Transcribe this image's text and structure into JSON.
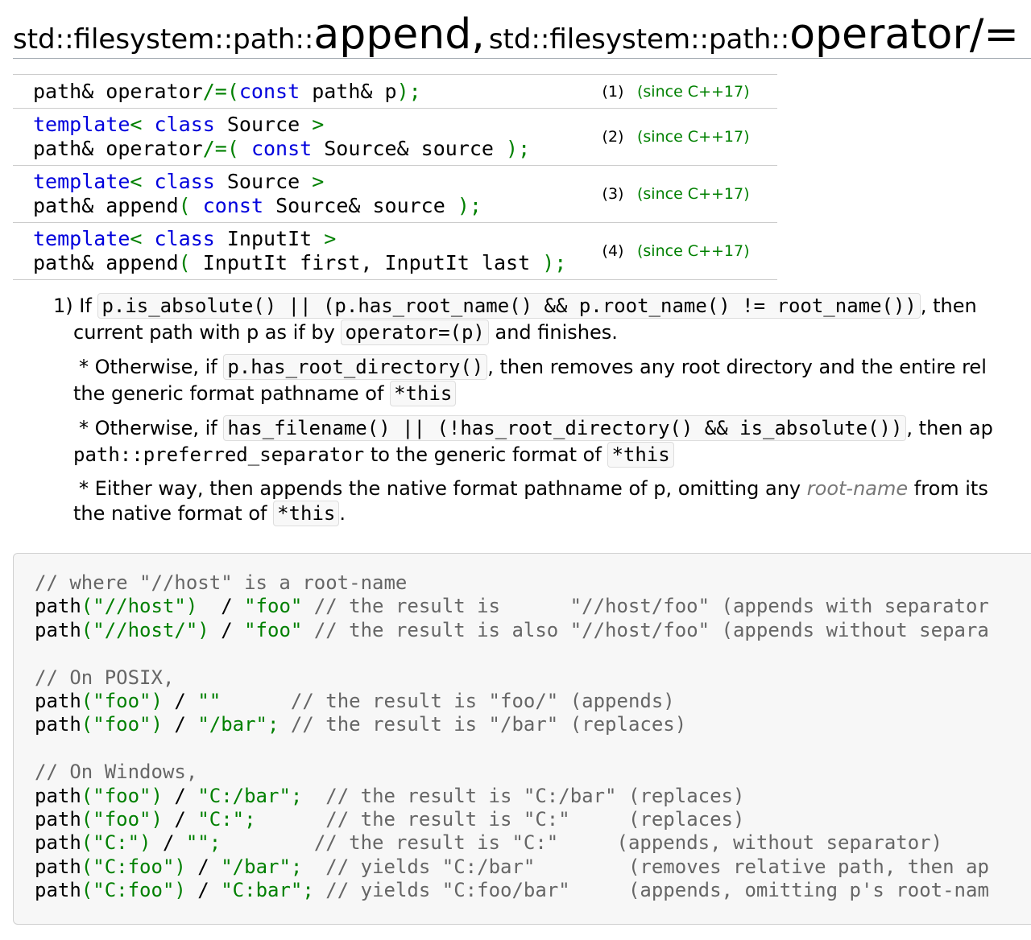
{
  "title": {
    "prefix1": "std::filesystem::path::",
    "name1": "append,",
    "prefix2": "std::filesystem::path::",
    "name2": "operator/="
  },
  "declarations": [
    {
      "num": "(1)",
      "since": "(since C++17)"
    },
    {
      "num": "(2)",
      "since": "(since C++17)"
    },
    {
      "num": "(3)",
      "since": "(since C++17)"
    },
    {
      "num": "(4)",
      "since": "(since C++17)"
    }
  ],
  "description": {
    "p1_lead": "1) If",
    "p1_code": "p.is_absolute() || (p.has_root_name() && p.root_name() != root_name())",
    "p1_tail": ", then",
    "p1b_text": "current path with p as if by",
    "p1b_code": "operator=(p)",
    "p1b_tail": "and finishes.",
    "p2_lead": "* Otherwise, if",
    "p2_code": "p.has_root_directory()",
    "p2_tail": ", then removes any root directory and the entire rel",
    "p2b_text": "the generic format pathname of",
    "p2b_code": "*this",
    "p3_lead": "* Otherwise, if",
    "p3_code": "has_filename() || (!has_root_directory() && is_absolute())",
    "p3_tail": ", then ap",
    "p3b_code1": "path::preferred_separator",
    "p3b_text": "to the generic format of",
    "p3b_code2": "*this",
    "p4_lead": "* Either way, then appends the native format pathname of p, omitting any",
    "p4_em": "root-name",
    "p4_tail": "from its",
    "p4b_text": "the native format of",
    "p4b_code": "*this",
    "p4b_end": "."
  },
  "example": {
    "c1": "// where \"//host\" is a root-name",
    "l1_cm": "// the result is      \"//host/foo\" (appends with separator",
    "l2_cm": "// the result is also \"//host/foo\" (appends without separa",
    "c2": "// On POSIX,",
    "l3_cm": "// the result is \"foo/\" (appends)",
    "l4_cm": "// the result is \"/bar\" (replaces)",
    "c3": "// On Windows,",
    "l5_cm": "// the result is \"C:/bar\" (replaces)",
    "l6_cm": "// the result is \"C:\"     (replaces)",
    "l7_cm": "// the result is \"C:\"     (appends, without separator)",
    "l8_cm": "// yields \"C:/bar\"        (removes relative path, then ap",
    "l9_cm": "// yields \"C:foo/bar\"     (appends, omitting p's root-nam"
  }
}
